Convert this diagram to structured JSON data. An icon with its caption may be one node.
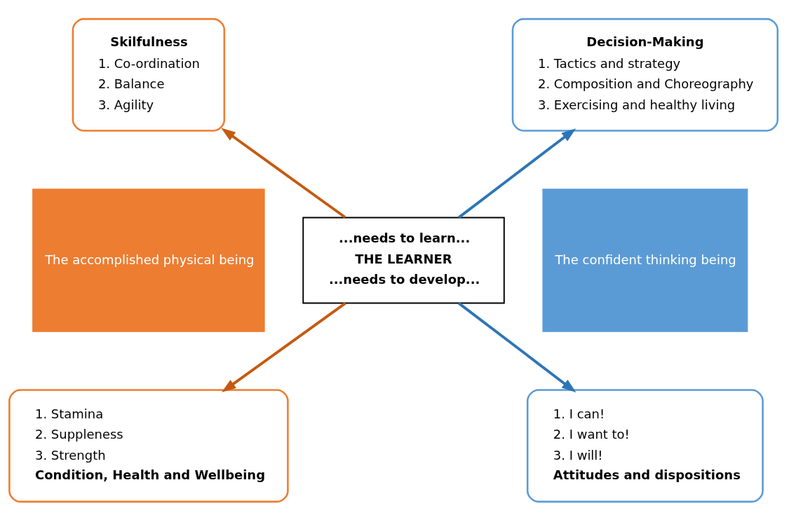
{
  "diagram": {
    "nodes": [
      {
        "text": [
          "Skilfulness",
          "1. Co-ordination",
          "2. Balance",
          "3. Agility"
        ]
      },
      {
        "text": [
          "Decision-Making",
          "1. Tactics and strategy",
          "2. Composition and Choreography",
          "3. Exercising and healthy living"
        ]
      },
      {
        "text": [
          "The accomplished physical being"
        ]
      },
      {
        "text": [
          "...needs to learn...",
          "THE LEARNER",
          "...needs to develop..."
        ]
      },
      {
        "text": [
          "The confident thinking being"
        ]
      },
      {
        "text": [
          "1. Stamina",
          "2. Suppleness",
          "3. Strength",
          "Condition, Health and Wellbeing"
        ]
      },
      {
        "text": [
          "1. I can!",
          "2. I want to!",
          "3. I will!",
          "Attitudes and dispositions"
        ]
      }
    ],
    "edges": [
      {
        "from": 3,
        "to": 0,
        "arrow": "to",
        "color": "#c55a11"
      },
      {
        "from": 3,
        "to": 1,
        "arrow": "to",
        "color": "#2e75b6"
      },
      {
        "from": 3,
        "to": 5,
        "arrow": "to",
        "color": "#c55a11"
      },
      {
        "from": 3,
        "to": 6,
        "arrow": "to",
        "color": "#2e75b6"
      }
    ]
  }
}
